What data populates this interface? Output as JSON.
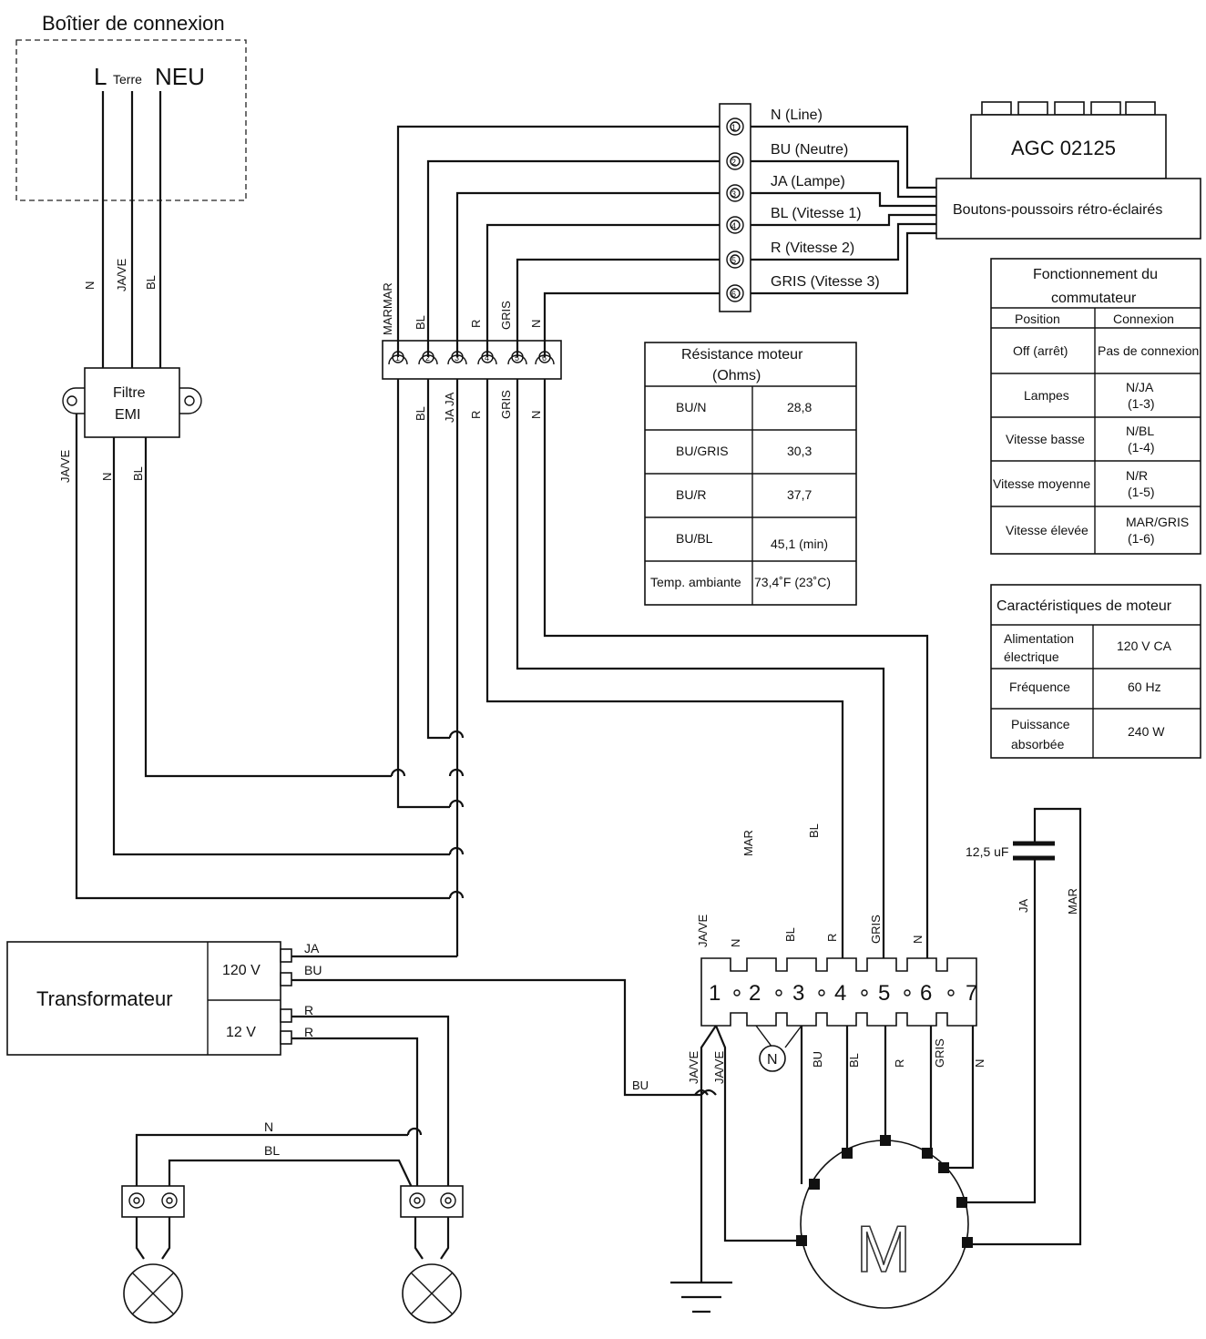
{
  "junction_box": {
    "title": "Boîtier de connexion",
    "L": "L",
    "terre": "Terre",
    "neu": "NEU"
  },
  "wires_top": {
    "n": "N",
    "javve": "JA/VE",
    "bl": "BL"
  },
  "emi_filter": {
    "line1": "Filtre",
    "line2": "EMI"
  },
  "emi_out": {
    "javve": "JA/VE",
    "n": "N",
    "bl": "BL"
  },
  "switch_terminals": [
    {
      "num": "1",
      "label": "N (Line)"
    },
    {
      "num": "2",
      "label": "BU (Neutre)"
    },
    {
      "num": "3",
      "label": "JA (Lampe)"
    },
    {
      "num": "4",
      "label": "BL (Vitesse 1)"
    },
    {
      "num": "5",
      "label": "R (Vitesse 2)"
    },
    {
      "num": "6",
      "label": "GRIS (Vitesse 3)"
    }
  ],
  "agc": {
    "label": "AGC 02125",
    "buttons": "Boutons-poussoirs rétro-éclairés"
  },
  "terminal_strip": {
    "nums": [
      "1",
      "2",
      "3",
      "4",
      "5",
      "6"
    ],
    "top_labels": [
      "MARMAR",
      "BL",
      "R",
      "GRIS",
      "N"
    ],
    "bottom_labels": [
      "BL",
      "JA JA",
      "R",
      "GRIS",
      "N"
    ]
  },
  "resistance_table": {
    "title1": "Résistance moteur",
    "title2": "(Ohms)",
    "rows": [
      [
        "BU/N",
        "28,8"
      ],
      [
        "BU/GRIS",
        "30,3"
      ],
      [
        "BU/R",
        "37,7"
      ],
      [
        "BU/BL",
        "45,1 (min)"
      ],
      [
        "Temp. ambiante",
        "73,4˚F (23˚C)"
      ]
    ]
  },
  "switch_table": {
    "title1": "Fonctionnement du",
    "title2": "commutateur",
    "headers": [
      "Position",
      "Connexion"
    ],
    "rows": [
      [
        "Off (arrêt)",
        "Pas de connexion",
        ""
      ],
      [
        "Lampes",
        "N/JA",
        "(1-3)"
      ],
      [
        "Vitesse basse",
        "N/BL",
        "(1-4)"
      ],
      [
        "Vitesse moyenne",
        "N/R",
        "(1-5)"
      ],
      [
        "Vitesse élevée",
        "MAR/GRIS",
        "(1-6)"
      ]
    ]
  },
  "motor_table": {
    "title": "Caractéristiques de moteur",
    "rows": [
      [
        "Alimentation",
        "électrique",
        "120 V CA"
      ],
      [
        "Fréquence",
        "",
        "60 Hz"
      ],
      [
        "Puissance",
        "absorbée",
        "240 W"
      ]
    ]
  },
  "wire_labels": {
    "mar": "MAR",
    "bl": "BL",
    "ja": "JA",
    "bu": "BU",
    "r": "R",
    "n": "N",
    "javve": "JA/VE",
    "gris": "GRIS"
  },
  "capacitor": {
    "value": "12,5 uF",
    "ja": "JA",
    "mar": "MAR"
  },
  "motor_terminal": {
    "nums": [
      "1",
      "2",
      "3",
      "4",
      "5",
      "6",
      "7"
    ],
    "top_labels": [
      "JA/VE",
      "N",
      "BL",
      "R",
      "GRIS",
      "N"
    ],
    "bottom_labels": [
      "JA/VE",
      "JA/VE",
      "BU",
      "BL",
      "R",
      "GRIS",
      "N"
    ],
    "n_symbol": "N"
  },
  "motor": {
    "symbol": "M"
  },
  "transformer": {
    "label": "Transformateur",
    "v120": "120 V",
    "v12": "12 V",
    "ja": "JA",
    "bu": "BU",
    "r1": "R",
    "r2": "R"
  },
  "lamps": {
    "n": "N",
    "bl": "BL"
  }
}
